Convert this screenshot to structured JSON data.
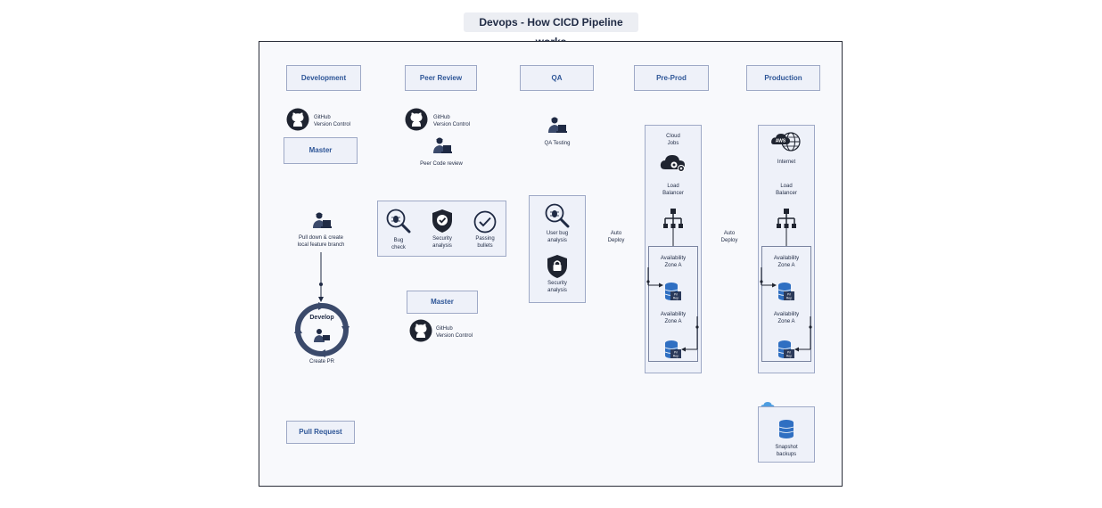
{
  "title": "Devops - How CICD Pipeline works",
  "stages": {
    "development": "Development",
    "peer_review": "Peer Review",
    "qa": "QA",
    "pre_prod": "Pre-Prod",
    "production": "Production"
  },
  "development": {
    "github_line1": "GitHub",
    "github_line2": "Version Control",
    "master": "Master",
    "pull_line1": "Pull down & create",
    "pull_line2": "local feature branch",
    "develop": "Develop",
    "create_pr": "Create PR",
    "pull_request": "Pull Request"
  },
  "peer_review": {
    "github_line1": "GitHub",
    "github_line2": "Version Control",
    "peer_code_review": "Peer Code review",
    "bug_line1": "Bug",
    "bug_line2": "check",
    "security_line1": "Security",
    "security_line2": "analysis",
    "passing_line1": "Passing",
    "passing_line2": "bullets",
    "master": "Master",
    "github2_line1": "GitHub",
    "github2_line2": "Version Control"
  },
  "qa": {
    "qa_testing": "QA Testing",
    "user_bug_line1": "User bug",
    "user_bug_line2": "analysis",
    "security_line1": "Security",
    "security_line2": "analysis"
  },
  "auto_deploy_1": {
    "line1": "Auto",
    "line2": "Deploy"
  },
  "auto_deploy_2": {
    "line1": "Auto",
    "line2": "Deploy"
  },
  "pre_prod": {
    "cloud_line1": "Cloud",
    "cloud_line2": "Jobs",
    "lb_line1": "Load",
    "lb_line2": "Balancer",
    "az1_line1": "Availability",
    "az1_line2": "Zone A",
    "az2_line1": "Availability",
    "az2_line2": "Zone A"
  },
  "production": {
    "aws": "AWS",
    "internet": "Internet",
    "lb_line1": "Load",
    "lb_line2": "Balancer",
    "az1_line1": "Availability",
    "az1_line2": "Zone A",
    "az2_line1": "Availability",
    "az2_line2": "Zone A",
    "snapshot_line1": "Snapshot",
    "snapshot_line2": "backups"
  },
  "db_badge_top": "Pri",
  "db_badge_bottom": "Rep",
  "colors": {
    "accent": "#2d5597",
    "db_blue": "#2f6fc2",
    "ink": "#1f2a44",
    "panel": "#eef1f9"
  }
}
